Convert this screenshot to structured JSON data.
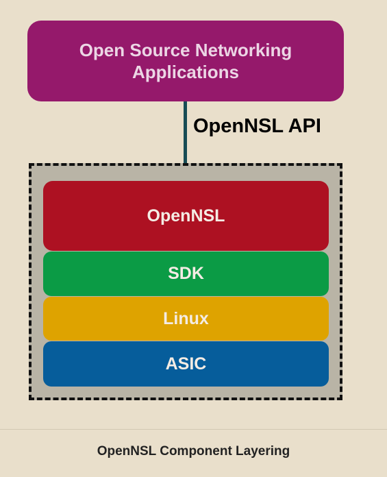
{
  "diagram": {
    "apps_box": {
      "line1": "Open Source Networking",
      "line2": "Applications"
    },
    "api_label": "OpenNSL API",
    "layers": [
      {
        "label": "OpenNSL",
        "color": "#ad1122"
      },
      {
        "label": "SDK",
        "color": "#0b9b45"
      },
      {
        "label": "Linux",
        "color": "#dea300"
      },
      {
        "label": "ASIC",
        "color": "#065d9b"
      }
    ],
    "caption": "OpenNSL Component Layering",
    "colors": {
      "apps_box": "#95196b",
      "connector": "#174c55",
      "background": "#e9dfcb",
      "stack_frame": "#b9b4a6"
    }
  }
}
